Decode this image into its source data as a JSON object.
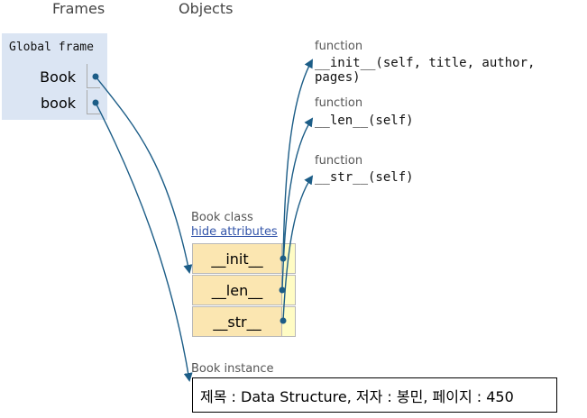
{
  "headers": {
    "frames": "Frames",
    "objects": "Objects"
  },
  "global_frame": {
    "title": "Global frame",
    "variables": [
      {
        "name": "Book"
      },
      {
        "name": "book"
      }
    ]
  },
  "functions": [
    {
      "label": "function",
      "signature": "__init__(self, title, author, pages)"
    },
    {
      "label": "function",
      "signature": "__len__(self)"
    },
    {
      "label": "function",
      "signature": "__str__(self)"
    }
  ],
  "book_class": {
    "label": "Book class",
    "hide_link": "hide attributes",
    "attributes": [
      "__init__",
      "__len__",
      "__str__"
    ]
  },
  "book_instance": {
    "label": "Book instance",
    "value": "제목 : Data Structure, 저자 : 봉민, 페이지 : 450"
  },
  "colors": {
    "frame_bg": "#dbe5f3",
    "pointer": "#1c5d87",
    "class_cell": "#fbe6b1",
    "class_ptr": "#fffcc4"
  }
}
